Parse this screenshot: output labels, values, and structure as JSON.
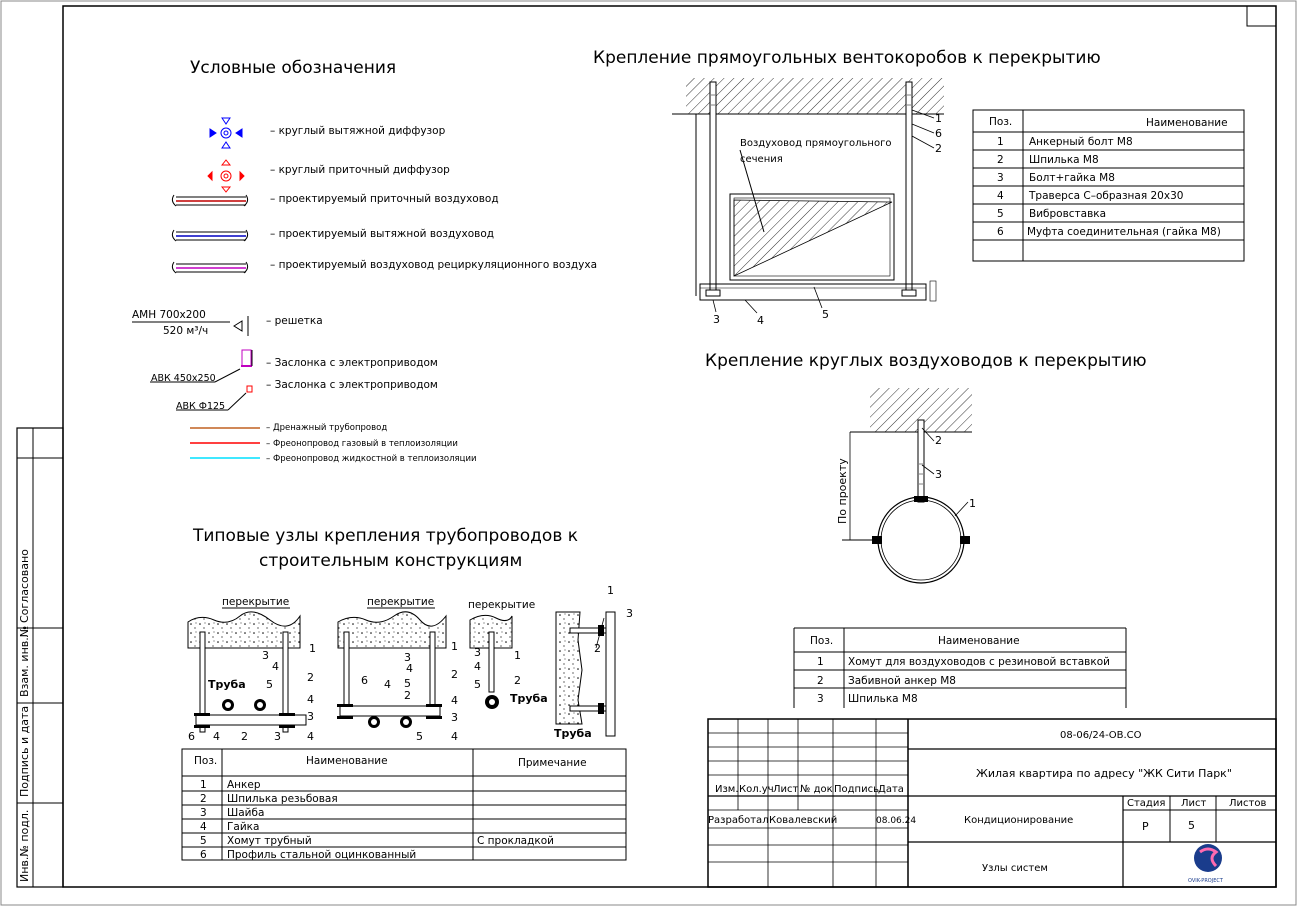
{
  "legend": {
    "title": "Условные обозначения",
    "items": [
      {
        "id": "exhaust-diffuser",
        "label": "–  круглый вытяжной диффузор",
        "color": "#0000ff"
      },
      {
        "id": "supply-diffuser",
        "label": "–  круглый приточный диффузор",
        "color": "#ff0000"
      },
      {
        "id": "supply-duct",
        "label": "– проектируемый приточный воздуховод",
        "color": "#c00000"
      },
      {
        "id": "exhaust-duct",
        "label": "– проектируемый вытяжной воздуховод",
        "color": "#0000c0"
      },
      {
        "id": "recirc-duct",
        "label": "– проектируемый воздуховод рециркуляционного воздуха",
        "color": "#c000c0"
      },
      {
        "id": "grille",
        "label": "– решетка",
        "tag_line1": "АМН 700х200",
        "tag_line2": "520 м³/ч"
      },
      {
        "id": "damper-rect",
        "label": "– Заслонка с электроприводом",
        "tag": "АВК 450х250",
        "color": "#c000c0"
      },
      {
        "id": "damper-round",
        "label": "– Заслонка с электроприводом",
        "tag": "АВК Ф125",
        "color": "#ff0000"
      },
      {
        "id": "drain",
        "label": "– Дренажный трубопровод",
        "color": "#c06020"
      },
      {
        "id": "freon-gas",
        "label": "– Фреонопровод газовый в теплоизоляции",
        "color": "#ff0000"
      },
      {
        "id": "freon-liquid",
        "label": "– Фреонопровод жидкостной в теплоизоляции",
        "color": "#00e0ff"
      }
    ]
  },
  "rect_mount": {
    "title": "Крепление прямоугольных вентокоробов к перекрытию",
    "duct_label_line1": "Воздуховод прямоугольного",
    "duct_label_line2": "сечения",
    "callouts": [
      "1",
      "6",
      "2",
      "3",
      "4",
      "5"
    ],
    "table": {
      "headers": [
        "Поз.",
        "Наименование"
      ],
      "rows": [
        [
          "1",
          "Анкерный болт М8"
        ],
        [
          "2",
          "Шпилька М8"
        ],
        [
          "3",
          "Болт+гайка М8"
        ],
        [
          "4",
          "Траверса С–образная 20х30"
        ],
        [
          "5",
          "Вибровставка"
        ],
        [
          "6",
          "Муфта соединительная (гайка М8)"
        ],
        [
          "",
          ""
        ]
      ]
    }
  },
  "round_mount": {
    "title": "Крепление круглых воздуховодов к перекрытию",
    "dim_label": "По проекту",
    "callouts": [
      "2",
      "3",
      "1"
    ],
    "table": {
      "headers": [
        "Поз.",
        "Наименование"
      ],
      "rows": [
        [
          "1",
          "Хомут для воздуховодов с резиновой вставкой"
        ],
        [
          "2",
          "Забивной анкер М8"
        ],
        [
          "3",
          "Шпилька М8"
        ]
      ]
    }
  },
  "pipe_mount": {
    "title_line1": "Типовые узлы крепления трубопроводов к",
    "title_line2": "строительным конструкциям",
    "labels": {
      "slab": "перекрытие",
      "pipe": "Труба"
    },
    "table": {
      "headers": [
        "Поз.",
        "Наименование",
        "Примечание"
      ],
      "rows": [
        [
          "1",
          "Анкер",
          ""
        ],
        [
          "2",
          "Шпилька резьбовая",
          ""
        ],
        [
          "3",
          "Шайба",
          ""
        ],
        [
          "4",
          "Гайка",
          ""
        ],
        [
          "5",
          "Хомут трубный",
          "С прокладкой"
        ],
        [
          "6",
          "Профиль стальной оцинкованный",
          ""
        ]
      ]
    }
  },
  "side_stamp": [
    "Согласовано",
    "Взам. инв.№",
    "Подпись и дата",
    "Инв.№ подл."
  ],
  "title_block": {
    "doc_code": "08-06/24-ОВ.СО",
    "project": "Жилая квартира по адресу \"ЖК Сити Парк\"",
    "section": "Кондиционирование",
    "sheet_title": "Узлы систем",
    "headers": [
      "Изм.",
      "Кол.уч",
      "Лист",
      "№ док",
      "Подпись",
      "Дата"
    ],
    "role": "Разработал",
    "author": "Ковалевский",
    "date": "08.06.24",
    "stage_label": "Стадия",
    "sheet_label": "Лист",
    "sheets_label": "Листов",
    "stage": "Р",
    "sheet": "5",
    "sheets": "",
    "logo_text": "OVIK-PROJECT"
  }
}
